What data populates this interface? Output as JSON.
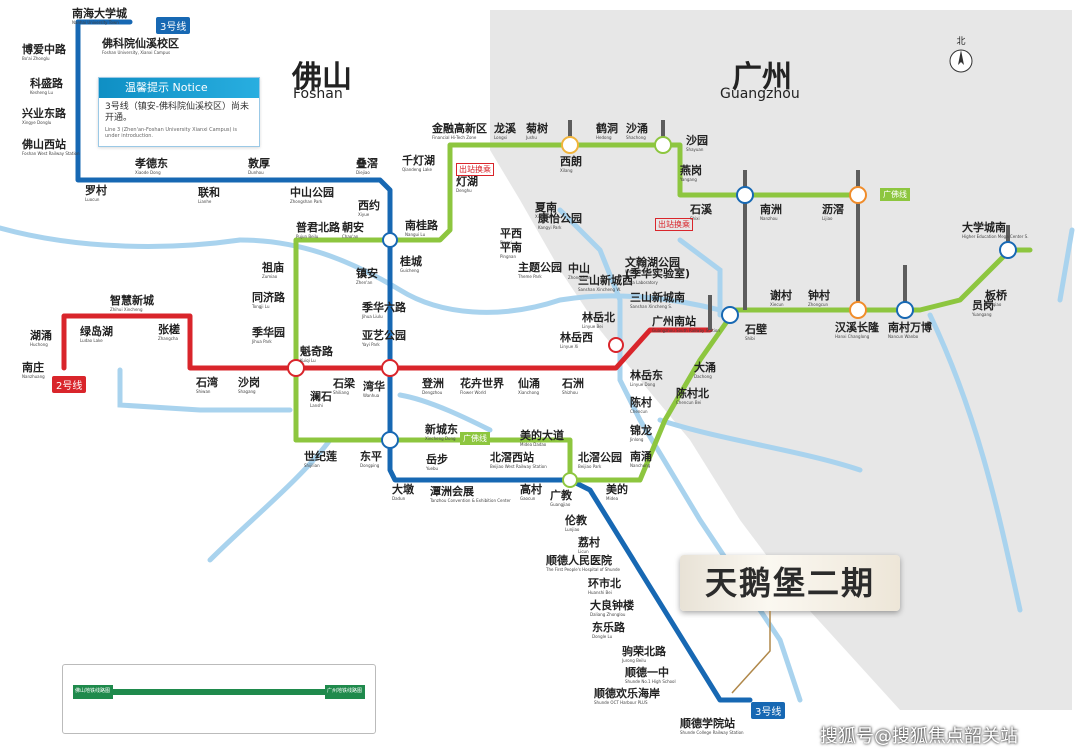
{
  "cities": {
    "foshan_cn": "佛山",
    "foshan_en": "Foshan",
    "guangzhou_cn": "广州",
    "guangzhou_en": "Guangzhou"
  },
  "compass_label": "北",
  "notice": {
    "title": "温馨提示  Notice",
    "text": "3号线（镇安-佛科院仙溪校区）尚未开通。",
    "text_en": "Line 3 (Zhen'an-Foshan University Xianxi Campus) is under introduction."
  },
  "badges": {
    "line3_top": "3号线",
    "line2": "2号线",
    "line3_bottom": "3号线"
  },
  "brand_label": "天鹅堡二期",
  "watermark": "搜狐号@搜狐焦点韶关站",
  "colors": {
    "line2": "#d9252b",
    "line3": "#1768b3",
    "guangfo": "#8dc63f",
    "line_light": "#8fc6e8",
    "gz_area": "#e6e6e6"
  },
  "stations": [
    {
      "cn": "南海大学城",
      "en": "Nanhai University Town"
    },
    {
      "cn": "佛科院仙溪校区",
      "en": "Foshan University, Xianxi Campus"
    },
    {
      "cn": "博爱中路",
      "en": "Bo'ai Zhonglu"
    },
    {
      "cn": "科盛路",
      "en": "Kesheng Lu"
    },
    {
      "cn": "兴业东路",
      "en": "Xingye Donglu"
    },
    {
      "cn": "佛山西站",
      "en": "Foshan West Railway Station"
    },
    {
      "cn": "孝德东",
      "en": "Xiaode Dong"
    },
    {
      "cn": "敦厚",
      "en": "Dunhou"
    },
    {
      "cn": "叠滘",
      "en": "Diejiao"
    },
    {
      "cn": "罗村",
      "en": "Luocun"
    },
    {
      "cn": "联和",
      "en": "Lianhe"
    },
    {
      "cn": "中山公园",
      "en": "Zhongshan Park"
    },
    {
      "cn": "西约",
      "en": "Xiyue"
    },
    {
      "cn": "千灯湖",
      "en": "Qiandeng Lake"
    },
    {
      "cn": "金融高新区",
      "en": "Financial Hi-Tech Zone"
    },
    {
      "cn": "龙溪",
      "en": "Longxi"
    },
    {
      "cn": "菊树",
      "en": "Jushu"
    },
    {
      "cn": "西朗",
      "en": "Xilang"
    },
    {
      "cn": "鹤洞",
      "en": "Hedong"
    },
    {
      "cn": "沙涌",
      "en": "Shachong"
    },
    {
      "cn": "燕岗",
      "en": "Yangang"
    },
    {
      "cn": "沙园",
      "en": "Shayuan"
    },
    {
      "cn": "石溪",
      "en": "Shixi"
    },
    {
      "cn": "南洲",
      "en": "Nanzhou"
    },
    {
      "cn": "沥滘",
      "en": "Lijiao"
    },
    {
      "cn": "大学城南",
      "en": "Higher Education Mega Center S."
    },
    {
      "cn": "灯湖",
      "en": "Denghu"
    },
    {
      "cn": "普君北路",
      "en": "Pujun Beilu"
    },
    {
      "cn": "朝安",
      "en": "Chao'an"
    },
    {
      "cn": "南桂路",
      "en": "Nangui Lu"
    },
    {
      "cn": "桂城",
      "en": "Guicheng"
    },
    {
      "cn": "镇安",
      "en": "Zhen'an"
    },
    {
      "cn": "祖庙",
      "en": "Zumiao"
    },
    {
      "cn": "同济路",
      "en": "Tongji Lu"
    },
    {
      "cn": "季华六路",
      "en": "Jihua Liulu"
    },
    {
      "cn": "季华园",
      "en": "Jihua Park"
    },
    {
      "cn": "亚艺公园",
      "en": "Yayi Park"
    },
    {
      "cn": "夏南",
      "en": "Xianan"
    },
    {
      "cn": "康怡公园",
      "en": "Kangyi Park"
    },
    {
      "cn": "平西",
      "en": "Pingxi"
    },
    {
      "cn": "平南",
      "en": "Pingnan"
    },
    {
      "cn": "主题公园",
      "en": "Theme Park"
    },
    {
      "cn": "中山",
      "en": "Zhongshan"
    },
    {
      "cn": "三山新城西",
      "en": "Sanshan Xincheng W."
    },
    {
      "cn": "文翰湖公园",
      "en": "Wenhan Lake Park"
    },
    {
      "cn": "(季华实验室)",
      "en": "Jihua Laboratory"
    },
    {
      "cn": "三山新城南",
      "en": "Sanshan Xincheng S."
    },
    {
      "cn": "林岳北",
      "en": "Linyue Bei"
    },
    {
      "cn": "林岳西",
      "en": "Linyue Xi"
    },
    {
      "cn": "林岳东",
      "en": "Linyue Dong"
    },
    {
      "cn": "智慧新城",
      "en": "Zhihui Xincheng"
    },
    {
      "cn": "湖涌",
      "en": "Huchong"
    },
    {
      "cn": "绿岛湖",
      "en": "Ludao Lake"
    },
    {
      "cn": "张槎",
      "en": "Zhangcha"
    },
    {
      "cn": "南庄",
      "en": "Nanzhuang"
    },
    {
      "cn": "石湾",
      "en": "Shiwan"
    },
    {
      "cn": "沙岗",
      "en": "Shagang"
    },
    {
      "cn": "魁奇路",
      "en": "Kuiqi Lu"
    },
    {
      "cn": "石梁",
      "en": "Shiliang"
    },
    {
      "cn": "湾华",
      "en": "Wanhua"
    },
    {
      "cn": "登洲",
      "en": "Dengzhou"
    },
    {
      "cn": "花卉世界",
      "en": "Flower World"
    },
    {
      "cn": "仙涌",
      "en": "Xianchong"
    },
    {
      "cn": "石洲",
      "en": "Shizhou"
    },
    {
      "cn": "广州南站",
      "en": "Guangzhou South Railway Station"
    },
    {
      "cn": "石壁",
      "en": "Shibi"
    },
    {
      "cn": "谢村",
      "en": "Xiecun"
    },
    {
      "cn": "钟村",
      "en": "Zhongcun"
    },
    {
      "cn": "汉溪长隆",
      "en": "Hanxi Changlong"
    },
    {
      "cn": "南村万博",
      "en": "Nancun Wanbo"
    },
    {
      "cn": "员岗",
      "en": "Yuangang"
    },
    {
      "cn": "板桥",
      "en": "Banqiao"
    },
    {
      "cn": "大涌",
      "en": "Dachong"
    },
    {
      "cn": "陈村北",
      "en": "Chencun Bei"
    },
    {
      "cn": "陈村",
      "en": "Chencun"
    },
    {
      "cn": "锦龙",
      "en": "Jinlong"
    },
    {
      "cn": "南涌",
      "en": "Nanchong"
    },
    {
      "cn": "澜石",
      "en": "Lanshi"
    },
    {
      "cn": "世纪莲",
      "en": "Shijilian"
    },
    {
      "cn": "东平",
      "en": "Dongping"
    },
    {
      "cn": "新城东",
      "en": "Xincheng Dong"
    },
    {
      "cn": "岳步",
      "en": "Yuebu"
    },
    {
      "cn": "大墩",
      "en": "Dadun"
    },
    {
      "cn": "潭洲会展",
      "en": "Tanzhou Convention & Exhibition Center"
    },
    {
      "cn": "北滘西站",
      "en": "Beijiao West Railway Station"
    },
    {
      "cn": "高村",
      "en": "Gaocun"
    },
    {
      "cn": "美的大道",
      "en": "Midea Dadao"
    },
    {
      "cn": "北滘公园",
      "en": "Beijiao Park"
    },
    {
      "cn": "美的",
      "en": "Midea"
    },
    {
      "cn": "广教",
      "en": "Guangjiao"
    },
    {
      "cn": "伦教",
      "en": "Lunjiao"
    },
    {
      "cn": "荔村",
      "en": "Licun"
    },
    {
      "cn": "顺德人民医院",
      "en": "The First People's Hospital of Shunde"
    },
    {
      "cn": "环市北",
      "en": "Huanshi Bei"
    },
    {
      "cn": "大良钟楼",
      "en": "Daliang Zhonglou"
    },
    {
      "cn": "东乐路",
      "en": "Dongle Lu"
    },
    {
      "cn": "驹荣北路",
      "en": "Jurong Beilu"
    },
    {
      "cn": "顺德一中",
      "en": "Shunde No.1 High School"
    },
    {
      "cn": "顺德欢乐海岸",
      "en": "Shunde OCT Harbour PLUS"
    },
    {
      "cn": "顺德学院站",
      "en": "Shunde College Railway Station"
    }
  ],
  "tags": {
    "guangfo_line": "广佛线",
    "chuzhan_huancheng": "出站换乘"
  },
  "legend": {
    "title_left": "佛山地铁线路图",
    "title_right": "广州地铁线路图"
  }
}
